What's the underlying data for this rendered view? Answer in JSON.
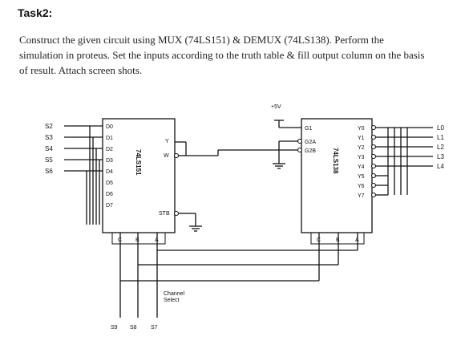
{
  "document": {
    "heading": "Task2:",
    "instructions": "Construct the given circuit using MUX (74LS151) & DEMUX (74LS138). Perform the\nsimulation in proteus. Set the inputs according to the truth table & fill output column on the basis\nof result. Attach screen shots."
  },
  "circuit": {
    "supply_label": "+5V",
    "mux": {
      "part_number": "74LS151",
      "data_inputs": [
        "D0",
        "D1",
        "D2",
        "D3",
        "D4",
        "D5",
        "D6",
        "D7"
      ],
      "output_y": "Y",
      "output_w": "W",
      "strobe": "STB",
      "selects": [
        "C",
        "B",
        "A"
      ]
    },
    "demux": {
      "part_number": "74LS138",
      "enable_inputs": [
        "G1",
        "G2A",
        "G2B"
      ],
      "outputs": [
        "Y0",
        "Y1",
        "Y2",
        "Y3",
        "Y4",
        "Y5",
        "Y6",
        "Y7"
      ],
      "selects": [
        "C",
        "B",
        "A"
      ]
    },
    "switch_labels": [
      "S2",
      "S3",
      "S4",
      "S5",
      "S6"
    ],
    "led_labels": [
      "L0",
      "L1",
      "L2",
      "L3",
      "L4"
    ],
    "channel_select_label": "Channel\nSelect",
    "select_switch_labels": [
      "S9",
      "S8",
      "S7"
    ]
  }
}
